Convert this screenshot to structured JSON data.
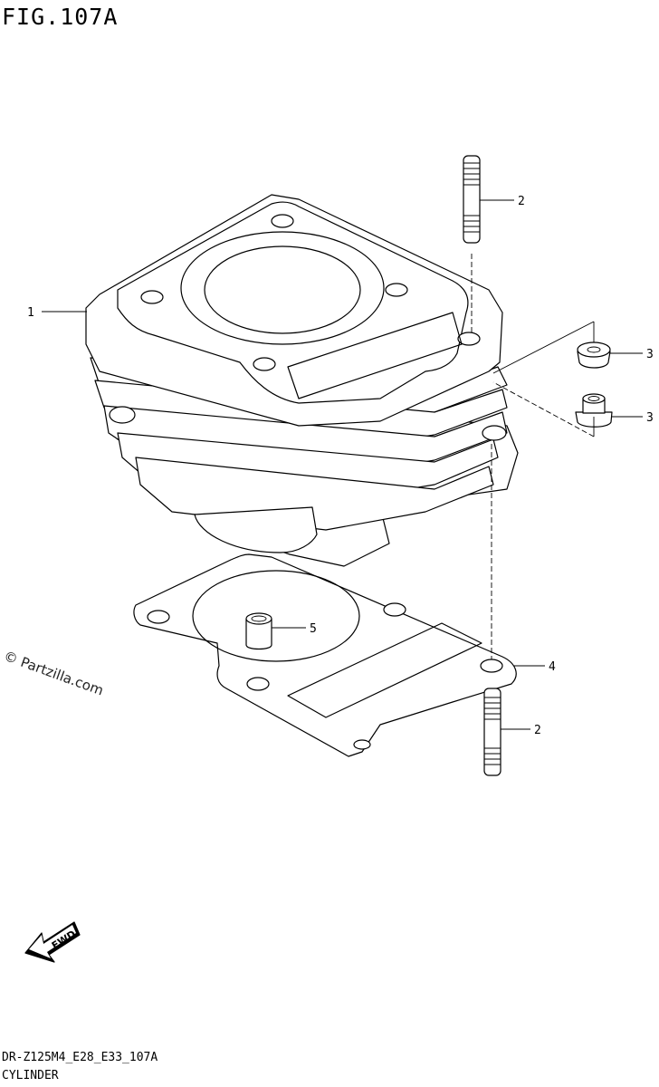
{
  "figure": {
    "title": "FIG.107A"
  },
  "footer": {
    "code": "DR-Z125M4_E28_E33_107A",
    "name": "CYLINDER"
  },
  "watermark": "© Partzilla.com",
  "fwd_label": "FWD",
  "callouts": [
    {
      "id": "c1",
      "label": "1"
    },
    {
      "id": "c2a",
      "label": "2"
    },
    {
      "id": "c3a",
      "label": "3"
    },
    {
      "id": "c3b",
      "label": "3"
    },
    {
      "id": "c5",
      "label": "5"
    },
    {
      "id": "c4",
      "label": "4"
    },
    {
      "id": "c2b",
      "label": "2"
    }
  ]
}
